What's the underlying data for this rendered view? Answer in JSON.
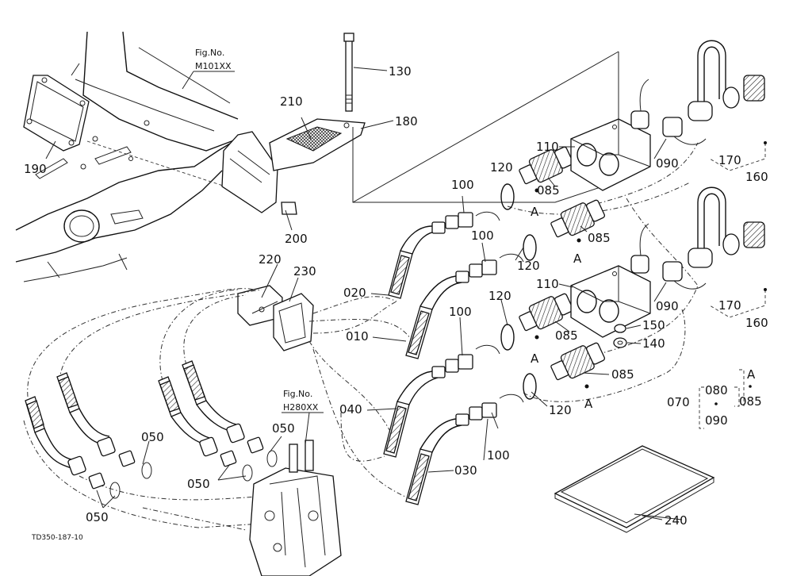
{
  "diagram": {
    "fig_refs": [
      {
        "id": "fig-m101",
        "title": "Fig.No.",
        "code": "M101XX"
      },
      {
        "id": "fig-h280",
        "title": "Fig.No.",
        "code": "H280XX"
      }
    ],
    "drawing_code": "TD350-187-10",
    "parts": {
      "p010": "010",
      "p020": "020",
      "p030": "030",
      "p040": "040",
      "p050a": "050",
      "p050b": "050",
      "p050c": "050",
      "p050d": "050",
      "p070": "070",
      "p080": "080",
      "p085_legend": "085",
      "p090_legend": "090",
      "p085a": "085",
      "p085b": "085",
      "p085c": "085",
      "p085d": "085",
      "p090a": "090",
      "p090b": "090",
      "p100a": "100",
      "p100b": "100",
      "p100c": "100",
      "p100d": "100",
      "p110a": "110",
      "p110b": "110",
      "p120a": "120",
      "p120b": "120",
      "p120c": "120",
      "p120d": "120",
      "p130": "130",
      "p140": "140",
      "p150": "150",
      "p160a": "160",
      "p160b": "160",
      "p170a": "170",
      "p170b": "170",
      "p180": "180",
      "p190": "190",
      "p200": "200",
      "p210": "210",
      "p220": "220",
      "p230": "230",
      "p240": "240"
    },
    "markers": {
      "a1": "A",
      "a2": "A",
      "a3": "A",
      "a4": "A",
      "a_legend": "A"
    }
  }
}
